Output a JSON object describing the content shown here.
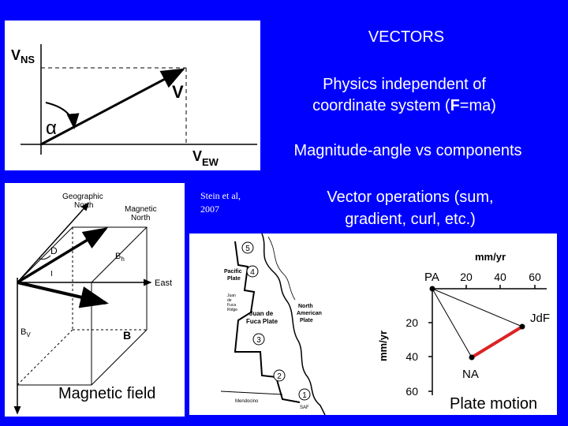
{
  "slide": {
    "title": "VECTORS",
    "bullets": [
      "Physics independent of coordinate system (F=ma)",
      "Magnitude-angle vs components",
      "Vector operations (sum, gradient, curl, etc.)"
    ],
    "bullet1_parts": {
      "before": "Physics independent of",
      "line2_pre": "coordinate system (",
      "bold": "F",
      "line2_post": "=ma)"
    },
    "bullet3_lines": [
      "Vector operations (sum,",
      "gradient, curl, etc.)"
    ],
    "citation_lines": [
      "Stein et al,",
      "2007"
    ],
    "colors": {
      "background": "#0000ff",
      "text": "#ffffff",
      "plate_line": "#dd2222"
    }
  },
  "vector_diagram": {
    "y_label": "V",
    "y_sub": "NS",
    "x_label": "V",
    "x_sub": "EW",
    "vector_label": "V",
    "angle_label": "α"
  },
  "magnetic_diagram": {
    "caption": "Magnetic field",
    "geographic_north": [
      "Geographic",
      "North"
    ],
    "magnetic_north": [
      "Magnetic",
      "North"
    ],
    "east": "East",
    "bh": "B",
    "bh_sub": "h",
    "bv": "B",
    "bv_sub": "V",
    "b": "B",
    "d": "D",
    "i": "I"
  },
  "map_diagram": {
    "pacific_plate": [
      "Pacific",
      "Plate"
    ],
    "juan_de_fuca_ridge": [
      "Juan",
      "de",
      "Fuca",
      "Ridge"
    ],
    "juan_de_fuca_plate": [
      "Juan de",
      "Fuca Plate"
    ],
    "north_american_plate": [
      "North",
      "American",
      "Plate"
    ],
    "mendocino": "Mendocino",
    "saf": "SAF",
    "circles": [
      "5",
      "4",
      "3",
      "2",
      "1"
    ]
  },
  "plate_diagram": {
    "x_unit": "mm/yr",
    "x_ticks": [
      "20",
      "40",
      "60"
    ],
    "y_unit": "mm/yr",
    "y_ticks": [
      "20",
      "40",
      "60"
    ],
    "points": [
      "PA",
      "JdF",
      "NA"
    ],
    "caption": "Plate motion"
  }
}
